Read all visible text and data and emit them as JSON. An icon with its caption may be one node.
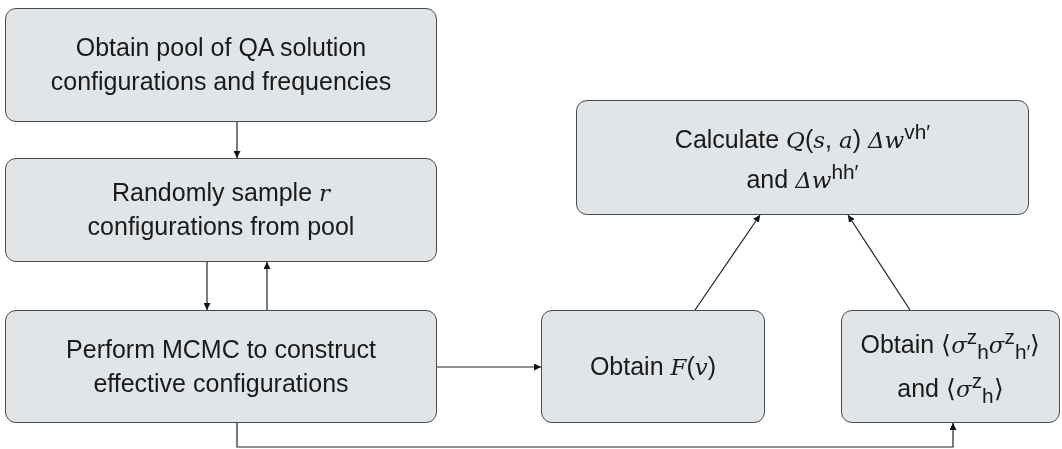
{
  "diagram": {
    "nodes": [
      {
        "text": [
          "Obtain pool of QA solution configurations and frequencies"
        ]
      },
      {
        "text": [
          "Randomly sample *r* configurations from pool"
        ]
      },
      {
        "text": [
          "Perform MCMC to construct effective configurations"
        ]
      },
      {
        "text": [
          "Calculate *Q*(*s*, *a*) *Δw*$^{vh′}$ and *Δw*$^{hh′}$"
        ]
      },
      {
        "text": [
          "Obtain *F*(*v*)"
        ]
      },
      {
        "text": [
          "Obtain ⟨*σ*$^{z}$$_{h}$*σ*$^{z}$$_{h′}$⟩ and ⟨*σ*$^{z}$$_{h}$⟩"
        ]
      }
    ],
    "edges": [
      {
        "from": 0,
        "to": 1,
        "arrow": "to"
      },
      {
        "from": 1,
        "to": 2,
        "arrow": "to"
      },
      {
        "from": 2,
        "to": 1,
        "arrow": "to"
      },
      {
        "from": 2,
        "to": 4,
        "arrow": "to"
      },
      {
        "from": 4,
        "to": 3,
        "arrow": "to"
      },
      {
        "from": 5,
        "to": 3,
        "arrow": "to"
      },
      {
        "from": 2,
        "to": 5,
        "arrow": "to"
      }
    ]
  }
}
